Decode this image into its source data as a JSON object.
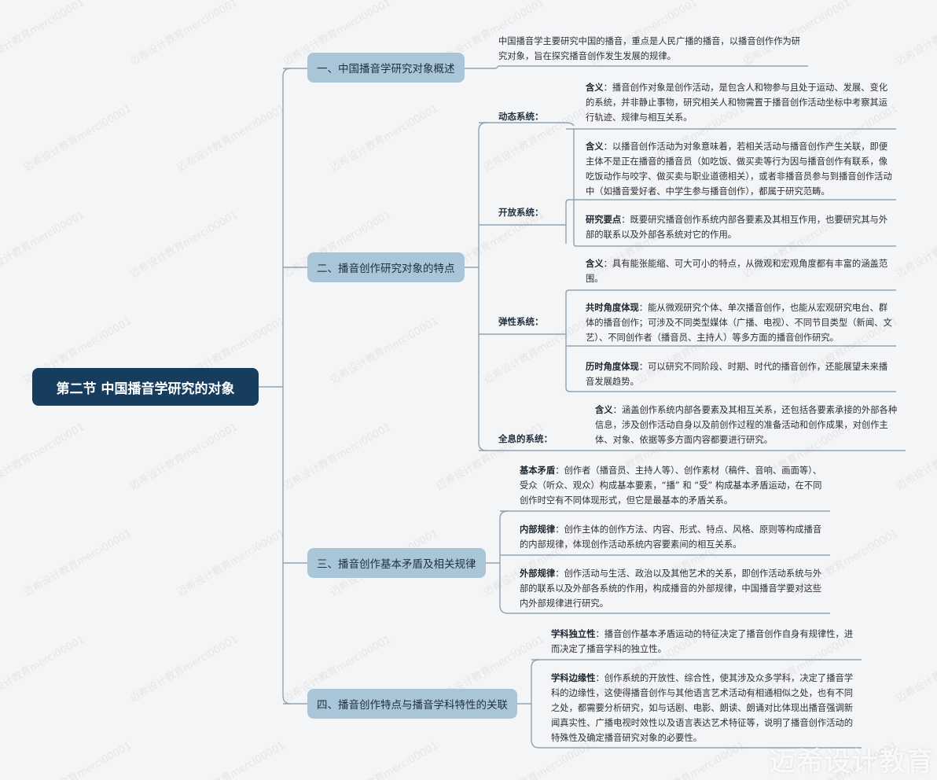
{
  "root": {
    "title": "第二节 中国播音学研究的对象"
  },
  "branches": [
    {
      "label": "一、中国播音学研究对象概述"
    },
    {
      "label": "二、播音创作研究对象的特点"
    },
    {
      "label": "三、播音创作基本矛盾及相关规律"
    },
    {
      "label": "四、播音创作特点与播音学科特性的关联"
    }
  ],
  "subs": [
    {
      "label": "动态系统："
    },
    {
      "label": "开放系统："
    },
    {
      "label": "弹性系统："
    },
    {
      "label": "全息的系统："
    }
  ],
  "leaves": [
    {
      "key": "",
      "text": "中国播音学主要研究中国的播音，重点是人民广播的播音，以播音创作作为研究对象，旨在探究播音创作发生发展的规律。"
    },
    {
      "key": "含义",
      "text": "：播音创作对象是创作活动，是包含人和物参与且处于运动、发展、变化的系统，并非静止事物，研究相关人和物需置于播音创作活动坐标中考察其运行轨迹、规律与相互关系。"
    },
    {
      "key": "含义",
      "text": "：以播音创作活动为对象意味着，若相关活动与播音创作产生关联，即便主体不是正在播音的播音员（如吃饭、做买卖等行为因与播音创作有联系，像吃饭动作与咬字、做买卖与职业道德相关），或者非播音员参与到播音创作活动中（如播音爱好者、中学生参与播音创作），都属于研究范畴。"
    },
    {
      "key": "研究要点",
      "text": "：既要研究播音创作系统内部各要素及其相互作用，也要研究其与外部的联系以及外部各系统对它的作用。"
    },
    {
      "key": "含义",
      "text": "：具有能张能缩、可大可小的特点，从微观和宏观角度都有丰富的涵盖范围。"
    },
    {
      "key": "共时角度体现",
      "text": "：能从微观研究个体、单次播音创作，也能从宏观研究电台、群体的播音创作；可涉及不同类型媒体（广播、电视）、不同节目类型（新闻、文艺）、不同创作者（播音员、主持人）等多方面的播音创作研究。"
    },
    {
      "key": "历时角度体现",
      "text": "：可以研究不同阶段、时期、时代的播音创作，还能展望未来播音发展趋势。"
    },
    {
      "key": "含义",
      "text": "：涵盖创作系统内部各要素及其相互关系，还包括各要素承接的外部各种信息，涉及创作活动自身以及前创作过程的准备活动和创作成果，对创作主体、对象、依据等多方面内容都要进行研究。"
    },
    {
      "key": "基本矛盾",
      "text": "：创作者（播音员、主持人等）、创作素材（稿件、音响、画面等）、受众（听众、观众）构成基本要素，“播” 和 “受” 构成基本矛盾运动，在不同创作时空有不同体现形式，但它是最基本的矛盾关系。"
    },
    {
      "key": "内部规律",
      "text": "：创作主体的创作方法、内容、形式、特点、风格、原则等构成播音的内部规律，体现创作活动系统内容要素间的相互关系。"
    },
    {
      "key": "外部规律",
      "text": "：创作活动与生活、政治以及其他艺术的关系，即创作活动系统与外部的联系以及外部各系统的作用，构成播音的外部规律，中国播音学要对这些内外部规律进行研究。"
    },
    {
      "key": "学科独立性",
      "text": "：播音创作基本矛盾运动的特征决定了播音创作自身有规律性，进而决定了播音学科的独立性。"
    },
    {
      "key": "学科边缘性",
      "text": "：创作系统的开放性、综合性，使其涉及众多学科，决定了播音学科的边缘性，这使得播音创作与其他语言艺术活动有相通相似之处，也有不同之处，都需要分析研究，如与话剧、电影、朗读、朗诵对比体现出播音强调新闻真实性、广播电视时效性以及语言表达艺术特征等，说明了播音创作活动的特殊性及确定播音研究对象的必要性。"
    }
  ],
  "watermark": "迈希设计教育merci00001",
  "brand": "迈希设计教育",
  "colors": {
    "root": "#163c5e",
    "branch": "#a9c6d9",
    "line": "#8fa3b3"
  }
}
